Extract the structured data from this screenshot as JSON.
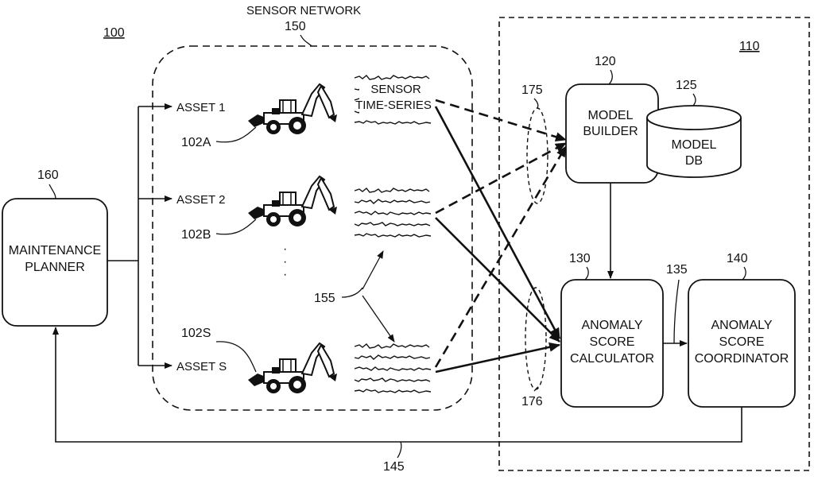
{
  "labels": {
    "system_ref": "100",
    "module_ref": "110",
    "sensor_network_title": "SENSOR NETWORK",
    "sensor_network_ref": "150",
    "sensor_time_series_line1": "SENSOR",
    "sensor_time_series_line2": "TIME-SERIES",
    "time_series_ref": "155",
    "model_builder_ref": "120",
    "model_builder_line1": "MODEL",
    "model_builder_line2": "BUILDER",
    "model_db_ref": "125",
    "model_db_line1": "MODEL",
    "model_db_line2": "DB",
    "calculator_ref": "130",
    "calculator_line1": "ANOMALY",
    "calculator_line2": "SCORE",
    "calculator_line3": "CALCULATOR",
    "coordinator_ref": "140",
    "coordinator_line1": "ANOMALY",
    "coordinator_line2": "SCORE",
    "coordinator_line3": "COORDINATOR",
    "planner_ref": "160",
    "planner_line1": "MAINTENANCE",
    "planner_line2": "PLANNER",
    "link_135": "135",
    "link_145": "145",
    "group_175": "175",
    "group_176": "176"
  },
  "assets": [
    {
      "label": "ASSET 1",
      "ref": "102A"
    },
    {
      "label": "ASSET 2",
      "ref": "102B"
    },
    {
      "label": "ASSET S",
      "ref": "102S"
    }
  ],
  "ellipsis": "·"
}
